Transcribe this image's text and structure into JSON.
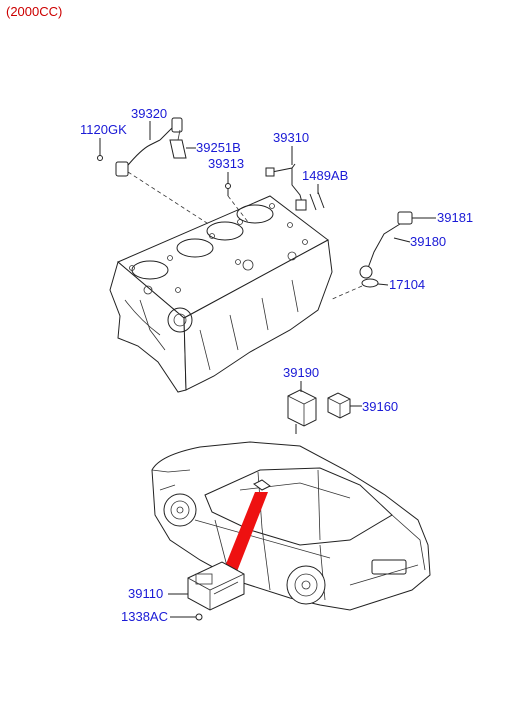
{
  "header": {
    "variant_label": "(2000CC)"
  },
  "callouts": [
    {
      "code": "39320",
      "key": "cam-position-sensor"
    },
    {
      "code": "1120GK",
      "key": "bolt"
    },
    {
      "code": "39251B",
      "key": "bracket"
    },
    {
      "code": "39310",
      "key": "crank-position-sensor"
    },
    {
      "code": "39313",
      "key": "sensor-bolt"
    },
    {
      "code": "1489AB",
      "key": "stud-bolt"
    },
    {
      "code": "39181",
      "key": "sensor-clip"
    },
    {
      "code": "39180",
      "key": "knock-sensor"
    },
    {
      "code": "17104",
      "key": "gasket"
    },
    {
      "code": "39190",
      "key": "relay-control"
    },
    {
      "code": "39160",
      "key": "main-relay"
    },
    {
      "code": "39110",
      "key": "ecu"
    },
    {
      "code": "1338AC",
      "key": "ecu-nut"
    }
  ],
  "colors": {
    "callout_text": "#1a1ad6",
    "header_text": "#cc0000",
    "ecu_location_arrow": "#ee1111",
    "line_art": "#222222"
  }
}
